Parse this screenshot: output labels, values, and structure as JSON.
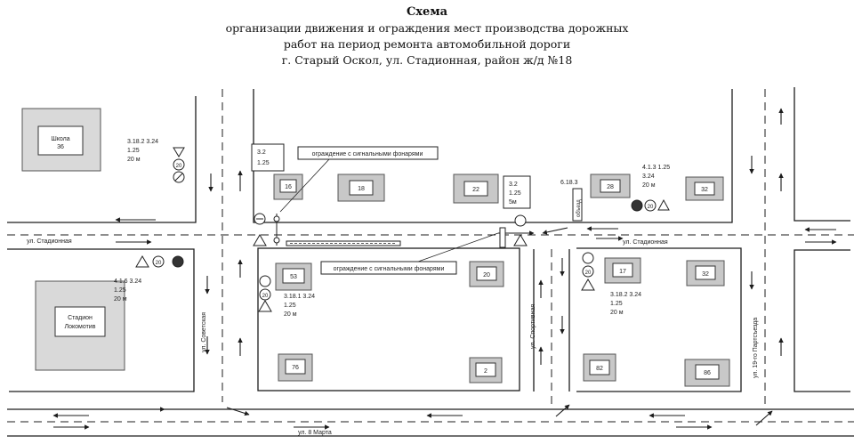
{
  "title": {
    "heading": "Схема",
    "line1": "организации движения и ограждения мест производства дорожных",
    "line2": "работ на период ремонта автомобильной дороги",
    "line3": "г. Старый Оскол, ул. Стадионная, район ж/д №18"
  },
  "streets": {
    "stadionnaya_left": "ул. Стадионная",
    "stadionnaya_right": "ул. Стадионная",
    "sovetskaya": "ул. Советская",
    "sportivnaya": "ул. Спортивная",
    "marta": "ул. 8 Марта",
    "partsyezda": "ул. 19-го Партсъезда"
  },
  "buildings": {
    "school": [
      "Школа",
      "36"
    ],
    "stadium": [
      "Стадион",
      "Локомотив"
    ],
    "b16": "16",
    "b18": "18",
    "b22": "22",
    "b28": "28",
    "b32a": "32",
    "b53": "53",
    "b20": "20",
    "b76": "76",
    "b2": "2",
    "b17": "17",
    "b32b": "32",
    "b82": "82",
    "b86": "86"
  },
  "fences": {
    "top": "ограждение с сигнальными фонарями",
    "bottom": "ограждение с сигнальными фонарями"
  },
  "signs": {
    "school": [
      "3.18.2 3.24",
      "1.25",
      "20 м"
    ],
    "left_work": [
      "3.2",
      "1.25"
    ],
    "mid_work": [
      "3.2",
      "1.25",
      "5м"
    ],
    "detour": "6.18.3",
    "detour_word": "объезд",
    "right_top": [
      "4.1.3 1.25",
      "3.24",
      "20 м"
    ],
    "stadium": [
      "4.1.6 3.24",
      "1.25",
      "20 м"
    ],
    "block53": [
      "3.18.1 3.24",
      "1.25",
      "20 м"
    ],
    "block17": [
      "3.18.2 3.24",
      "1.25",
      "20 м"
    ],
    "speed": "20"
  },
  "colors": {
    "line": "#1c1c1c",
    "building": "#c8c8c8",
    "sign_red": "#444444"
  }
}
